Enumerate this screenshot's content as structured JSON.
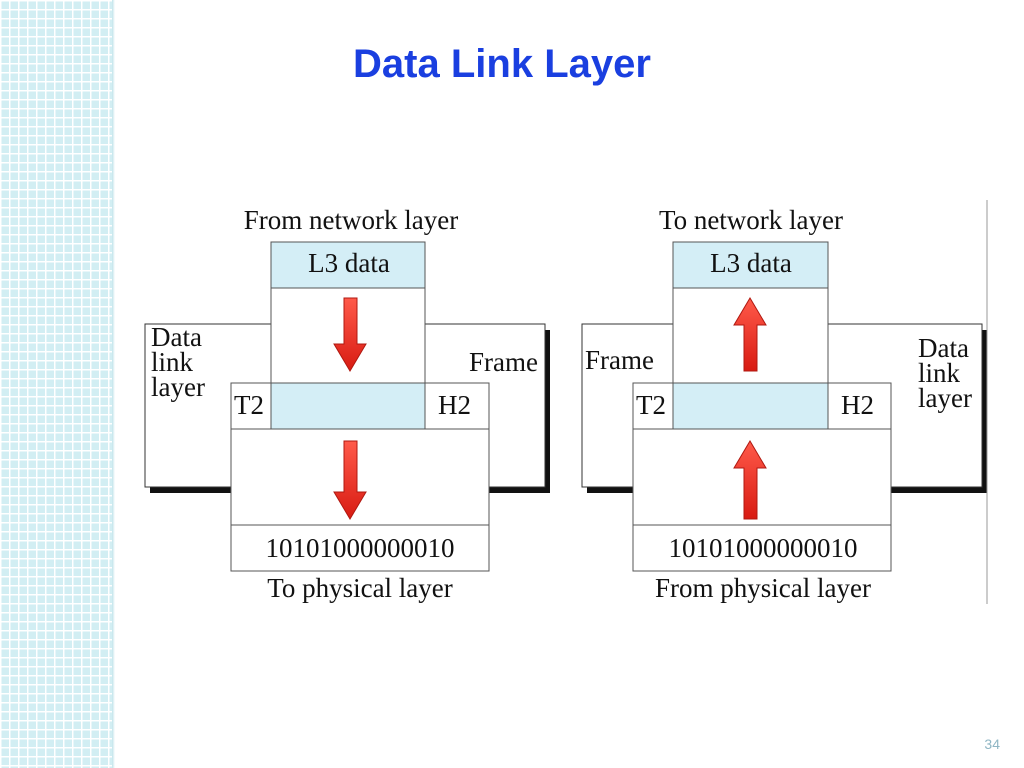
{
  "slide": {
    "title": "Data Link Layer",
    "page_number": "34"
  },
  "sender": {
    "top_label": "From network layer",
    "payload": "L3 data",
    "layer_label_lines": [
      "Data",
      "link",
      "layer"
    ],
    "frame_label": "Frame",
    "trailer": "T2",
    "header": "H2",
    "bits": "10101000000010",
    "bottom_label": "To physical layer"
  },
  "receiver": {
    "top_label": "To network layer",
    "payload": "L3 data",
    "layer_label_lines": [
      "Data",
      "link",
      "layer"
    ],
    "frame_label": "Frame",
    "trailer": "T2",
    "header": "H2",
    "bits": "10101000000010",
    "bottom_label": "From physical layer"
  },
  "colors": {
    "title": "#1a3fe0",
    "payload_fill": "#d4eef6",
    "arrow": "#e8261c",
    "page_number": "#8fb6c4"
  }
}
